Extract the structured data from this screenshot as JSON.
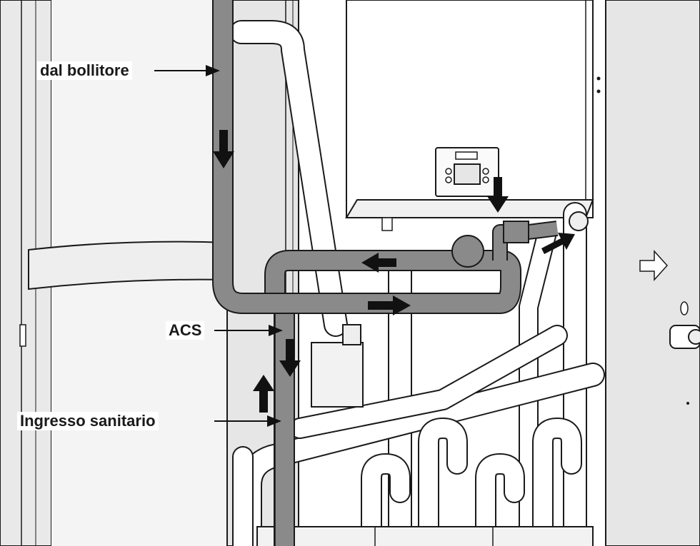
{
  "labels": {
    "from_boiler": "dal bollitore",
    "dhw": "ACS",
    "cold_inlet": "Ingresso sanitario"
  },
  "colors": {
    "dhw_pipe": "#8a8a8a",
    "panel": "#e8e8e8",
    "outline": "#1a1a1a",
    "arrow": "#111111"
  }
}
